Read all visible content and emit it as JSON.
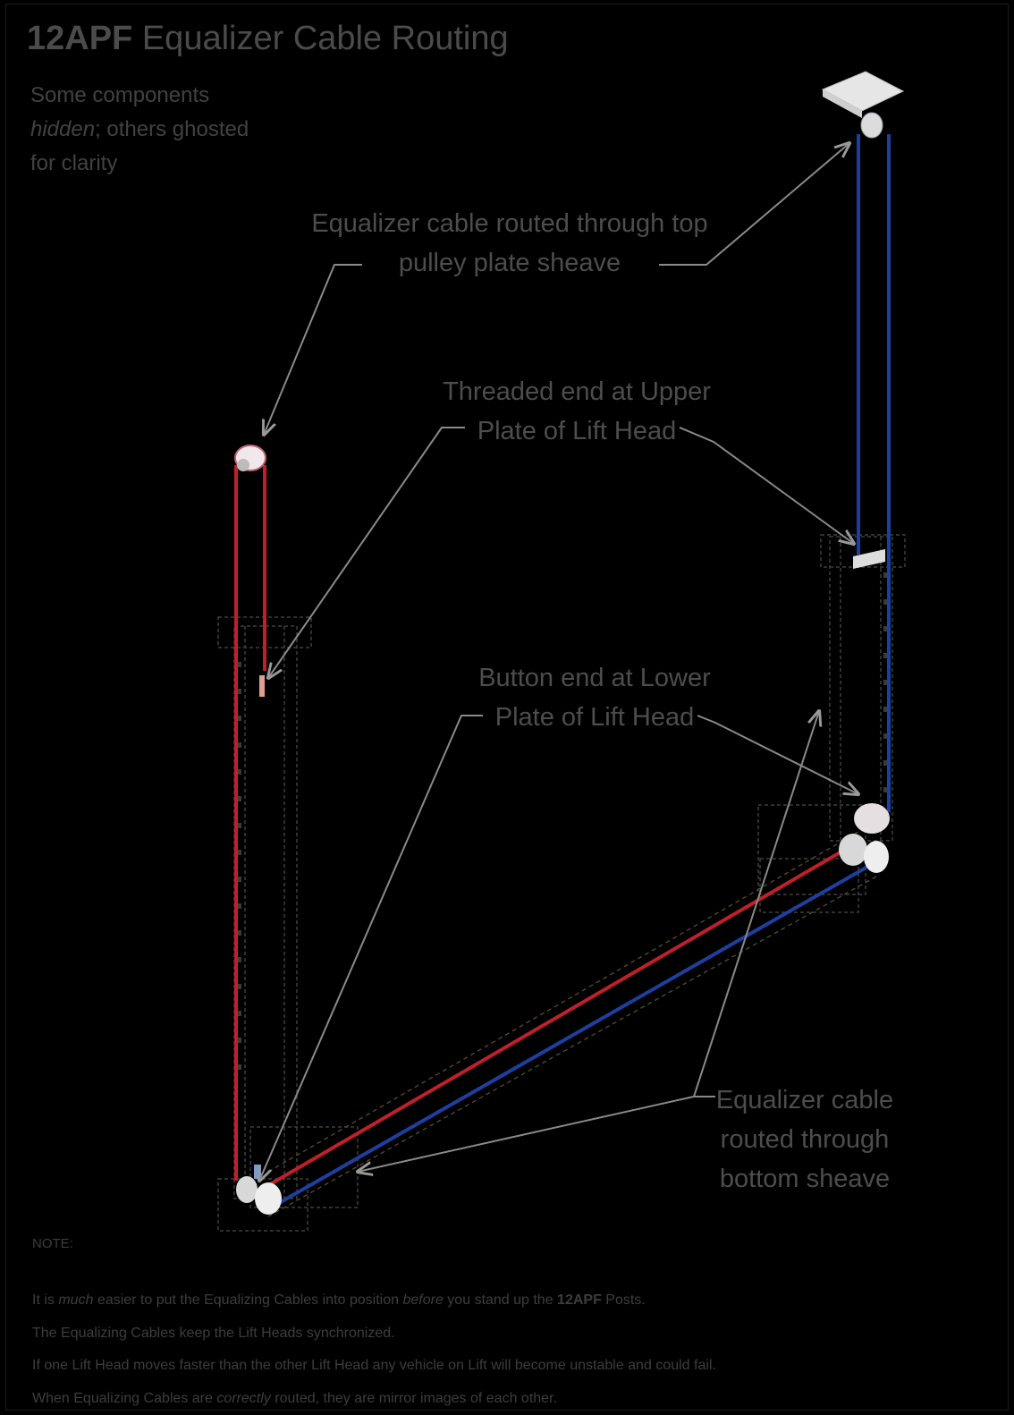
{
  "title": {
    "bold": "12APF",
    "rest": " Equalizer Cable Routing"
  },
  "subtitle": {
    "line1": "Some components",
    "line2_italic": "hidden",
    "line2_rest": "; others ghosted",
    "line3": "for clarity"
  },
  "callouts": {
    "top_sheave": [
      "Equalizer cable routed through top",
      "pulley plate sheave"
    ],
    "threaded_end": [
      "Threaded end at Upper",
      "Plate of Lift Head"
    ],
    "button_end": [
      "Button end at Lower",
      "Plate of Lift Head"
    ],
    "bottom_sheave": [
      "Equalizer cable",
      "routed through",
      "bottom sheave"
    ]
  },
  "note_label": "NOTE:",
  "notes": {
    "line1": {
      "a": "It is ",
      "b_it": "much",
      "c": " easier to put the Equalizing Cables into position ",
      "d_it": "before",
      "e": " you stand up the ",
      "f_b": "12APF",
      "g": " Posts."
    },
    "line2": "The Equalizing Cables keep the Lift Heads synchronized.",
    "line3": "If one Lift Head moves faster than the other Lift Head any vehicle on Lift will become unstable and could fail.",
    "line4": {
      "a": "When Equalizing Cables are ",
      "b_it": "correctly",
      "c": " routed, they are mirror images of each other."
    }
  },
  "colors": {
    "background": "#000000",
    "red_cable": "#c0202a",
    "blue_cable": "#1f3fa0",
    "ghost": "#4a4a4a",
    "leader": "#8a8a8a"
  },
  "icons": [
    "top-pulley-plate-icon",
    "left-top-sheave-icon",
    "right-bottom-sheave-icon",
    "left-bottom-sheave-icon"
  ]
}
